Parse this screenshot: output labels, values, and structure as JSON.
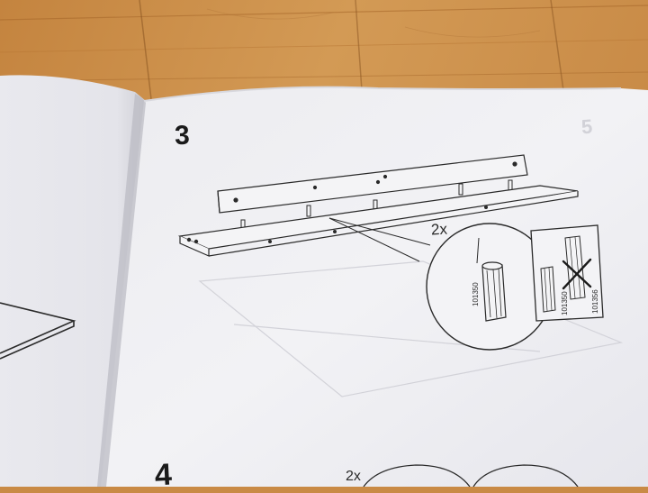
{
  "manual": {
    "step_number": "3",
    "next_step_number": "4",
    "ghost_page_number": "5",
    "dowel_quantity": "2x",
    "next_quantity": "2x",
    "part_codes": {
      "detail": "101350",
      "correct": "101350",
      "wrong": "101356"
    }
  },
  "colors": {
    "wood_floor": "#c98a45",
    "paper": "#f1f1f4",
    "line_art": "#2a2a2a"
  }
}
